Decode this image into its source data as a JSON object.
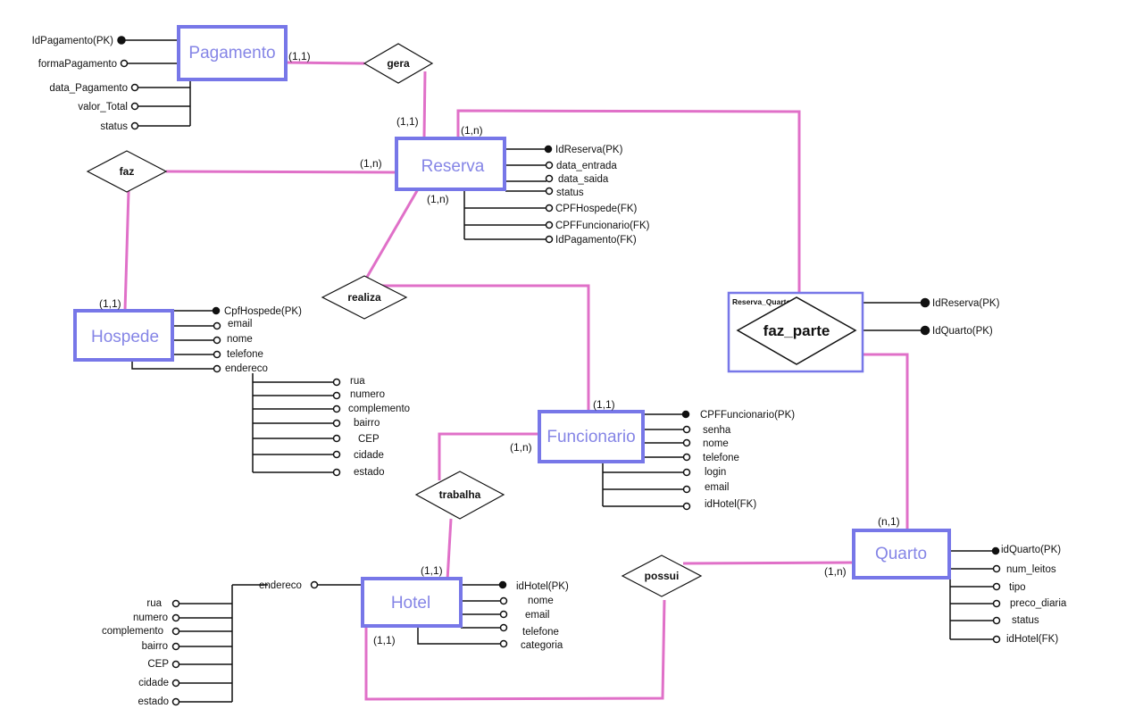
{
  "colors": {
    "entity_border": "#7777e8",
    "entity_text": "#8585e6",
    "relationship_line": "#e070c8",
    "attribute_line": "#111111"
  },
  "entities": {
    "pagamento": "Pagamento",
    "reserva": "Reserva",
    "hospede": "Hospede",
    "funcionario": "Funcionario",
    "hotel": "Hotel",
    "quarto": "Quarto"
  },
  "relationships": {
    "gera": "gera",
    "faz": "faz",
    "realiza": "realiza",
    "trabalha": "trabalha",
    "possui": "possui",
    "faz_parte": "faz_parte",
    "reserva_quarto_label": "Reserva_Quarto"
  },
  "attributes": {
    "pagamento": [
      "IdPagamento(PK)",
      "formaPagamento",
      "data_Pagamento",
      "valor_Total",
      "status"
    ],
    "reserva": [
      "IdReserva(PK)",
      "data_entrada",
      "data_saida",
      "status",
      "CPFHospede(FK)",
      "CPFFuncionario(FK)",
      "IdPagamento(FK)"
    ],
    "hospede": [
      "CpfHospede(PK)",
      "email",
      "nome",
      "telefone",
      "endereco"
    ],
    "hospede_endereco": [
      "rua",
      "numero",
      "complemento",
      "bairro",
      "CEP",
      "cidade",
      "estado"
    ],
    "funcionario": [
      "CPFFuncionario(PK)",
      "senha",
      "nome",
      "telefone",
      "login",
      "email",
      "idHotel(FK)"
    ],
    "hotel": [
      "idHotel(PK)",
      "nome",
      "email",
      "telefone",
      "categoria"
    ],
    "hotel_endereco_label": "endereco",
    "hotel_endereco": [
      "rua",
      "numero",
      "complemento",
      "bairro",
      "CEP",
      "cidade",
      "estado"
    ],
    "quarto": [
      "idQuarto(PK)",
      "num_leitos",
      "tipo",
      "preco_diaria",
      "status",
      "idHotel(FK)"
    ],
    "faz_parte": [
      "IdReserva(PK)",
      "IdQuarto(PK)"
    ]
  },
  "cardinalities": {
    "pagamento_gera": "(1,1)",
    "reserva_gera": "(1,1)",
    "reserva_faz": "(1,n)",
    "reserva_top": "(1,n)",
    "reserva_realiza": "(1,n)",
    "hospede_faz": "(1,1)",
    "funcionario_realiza": "(1,1)",
    "funcionario_trabalha": "(1,n)",
    "hotel_trabalha": "(1,1)",
    "hotel_possui": "(1,1)",
    "quarto_fazparte": "(n,1)",
    "quarto_possui": "(1,n)"
  }
}
